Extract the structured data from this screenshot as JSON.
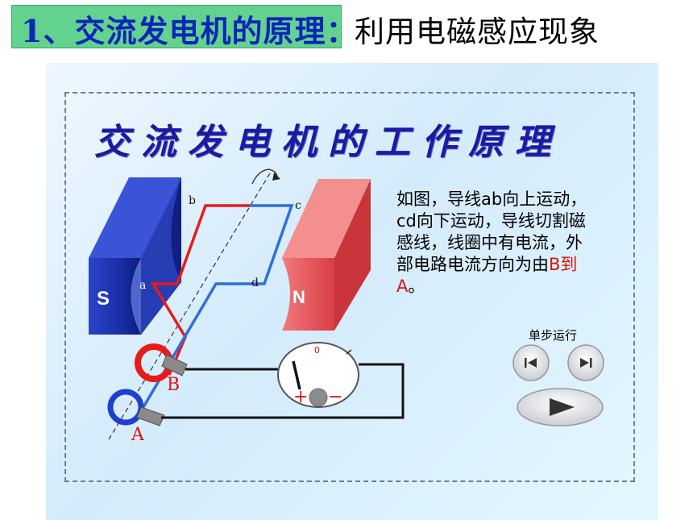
{
  "header": {
    "title": "1、交流发电机的原理：",
    "subtitle": "利用电磁感应现象"
  },
  "diagram": {
    "title": "交流发电机的工作原理",
    "description_before": "如图，导线ab向上运动，cd向下运动，导线切割磁感线，线圈中有电流，外部电路电流方向为由",
    "description_highlight": "B到A",
    "description_after": "。",
    "magnet_left_label": "S",
    "magnet_right_label": "N",
    "wire_labels": {
      "a": "a",
      "b": "b",
      "c": "c",
      "d": "d"
    },
    "ring_labels": {
      "A": "A",
      "B": "B"
    },
    "meter": {
      "zero": "0",
      "plus": "+",
      "minus": "−"
    },
    "step_label": "单步运行",
    "colors": {
      "red_wire": "#e81b1b",
      "blue_wire": "#2f6fd8",
      "magnet_s": "#1a2ea8",
      "magnet_n": "#e8585c",
      "highlight": "#e01010"
    }
  }
}
